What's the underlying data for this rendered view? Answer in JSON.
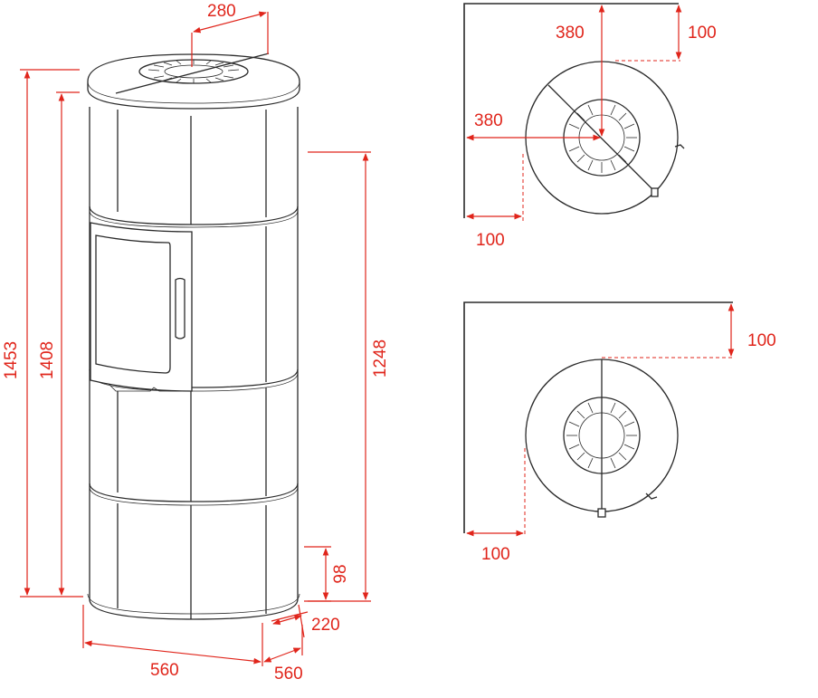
{
  "dimensions": {
    "flue_offset": "280",
    "overall_height": "1453",
    "body_height": "1408",
    "flue_height": "1248",
    "air_inlet_height": "98",
    "air_inlet_offset": "220",
    "width": "560",
    "depth": "560"
  },
  "clearance_view_rear_flue": {
    "flue_to_side_wall": "380",
    "flue_to_rear_wall": "380",
    "rear_wall_clearance": "100",
    "side_wall_clearance": "100"
  },
  "clearance_view_top_flue": {
    "rear_wall_clearance": "100",
    "side_wall_clearance": "100"
  },
  "colors": {
    "dimension": "#e0251b",
    "outline": "#2a2a2a"
  }
}
